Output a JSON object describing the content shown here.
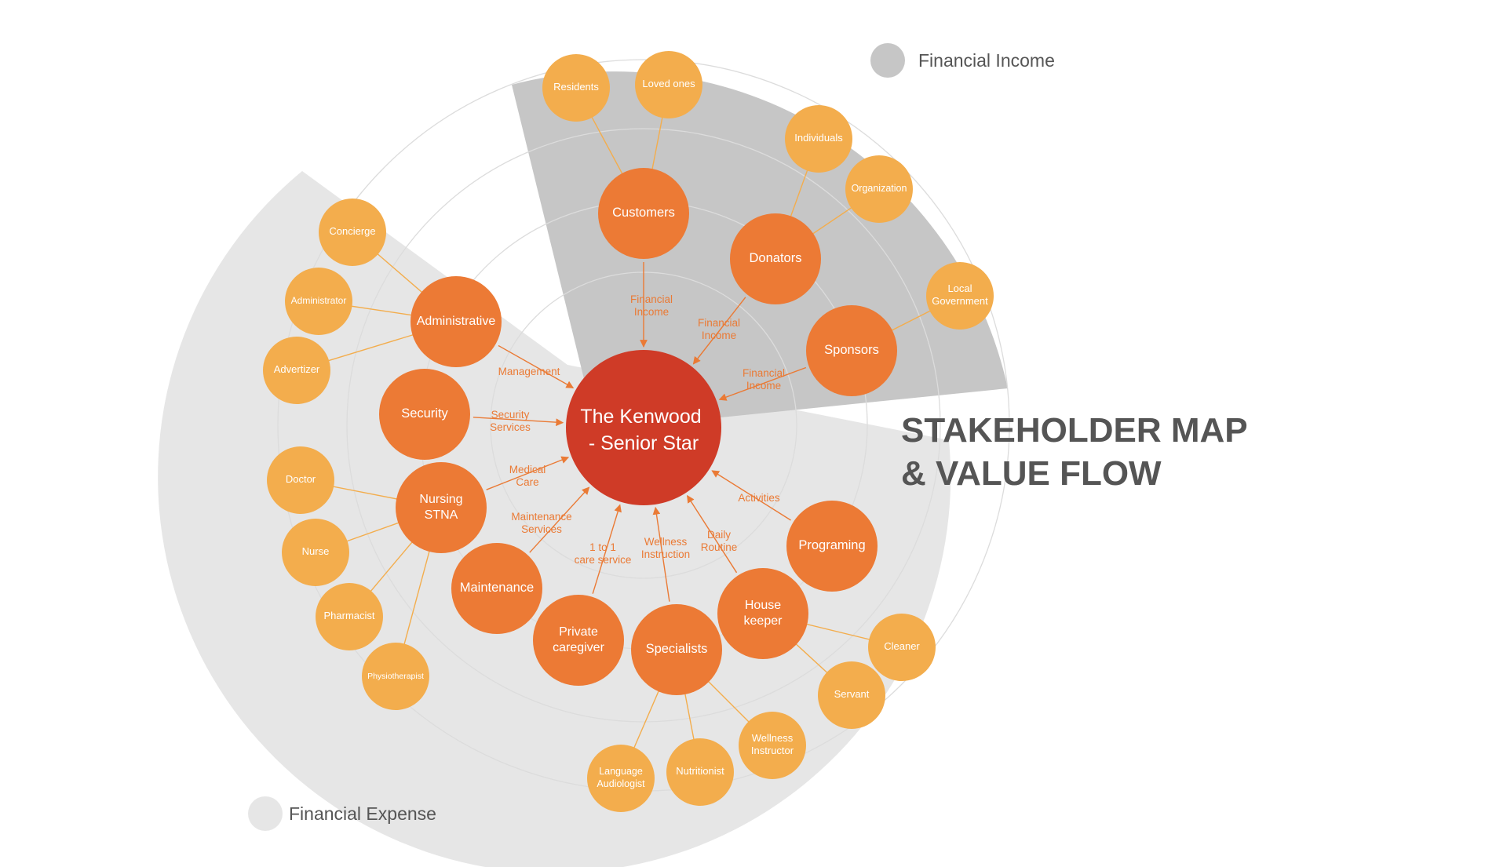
{
  "title": {
    "line1": "STAKEHOLDER MAP",
    "line2": "& VALUE FLOW"
  },
  "legend": {
    "income": {
      "label": "Financial Income"
    },
    "expense": {
      "label": "Financial Expense"
    }
  },
  "colors": {
    "center": "#cf3b27",
    "primary": "#ec7a35",
    "secondary": "#f3ad4d",
    "flow_label": "#ea7a35",
    "income_region": "#c6c6c6",
    "expense_region": "#e6e6e6",
    "ring": "#dcdcdc",
    "title": "#555555",
    "legend_text": "#555555"
  },
  "center": {
    "lines": [
      "The Kenwood",
      "- Senior Star"
    ]
  },
  "stakeholders": [
    {
      "id": "customers",
      "lines": [
        "Customers"
      ],
      "related": [
        {
          "id": "residents",
          "lines": [
            "Residents"
          ]
        },
        {
          "id": "loved-ones",
          "lines": [
            "Loved ones"
          ]
        }
      ]
    },
    {
      "id": "donators",
      "lines": [
        "Donators"
      ],
      "related": [
        {
          "id": "individuals",
          "lines": [
            "Individuals"
          ]
        },
        {
          "id": "organization",
          "lines": [
            "Organization"
          ]
        }
      ]
    },
    {
      "id": "sponsors",
      "lines": [
        "Sponsors"
      ],
      "related": [
        {
          "id": "local-government",
          "lines": [
            "Local",
            "Government"
          ]
        }
      ]
    },
    {
      "id": "administrative",
      "lines": [
        "Administrative"
      ],
      "related": [
        {
          "id": "concierge",
          "lines": [
            "Concierge"
          ]
        },
        {
          "id": "administrator",
          "lines": [
            "Administrator"
          ]
        },
        {
          "id": "advertizer",
          "lines": [
            "Advertizer"
          ]
        }
      ]
    },
    {
      "id": "security",
      "lines": [
        "Security"
      ],
      "related": []
    },
    {
      "id": "nursing",
      "lines": [
        "Nursing",
        "STNA"
      ],
      "related": [
        {
          "id": "doctor",
          "lines": [
            "Doctor"
          ]
        },
        {
          "id": "nurse",
          "lines": [
            "Nurse"
          ]
        },
        {
          "id": "pharmacist",
          "lines": [
            "Pharmacist"
          ]
        },
        {
          "id": "physiotherapist",
          "lines": [
            "Physiotherapist"
          ]
        }
      ]
    },
    {
      "id": "maintenance",
      "lines": [
        "Maintenance"
      ],
      "related": []
    },
    {
      "id": "private-caregiver",
      "lines": [
        "Private",
        "caregiver"
      ],
      "related": []
    },
    {
      "id": "specialists",
      "lines": [
        "Specialists"
      ],
      "related": [
        {
          "id": "language-audiologist",
          "lines": [
            "Language",
            "Audiologist"
          ]
        },
        {
          "id": "nutritionist",
          "lines": [
            "Nutritionist"
          ]
        },
        {
          "id": "wellness-instructor",
          "lines": [
            "Wellness",
            "Instructor"
          ]
        }
      ]
    },
    {
      "id": "house-keeper",
      "lines": [
        "House",
        "keeper"
      ],
      "related": [
        {
          "id": "cleaner",
          "lines": [
            "Cleaner"
          ]
        },
        {
          "id": "servant",
          "lines": [
            "Servant"
          ]
        }
      ]
    },
    {
      "id": "programing",
      "lines": [
        "Programing"
      ],
      "related": []
    }
  ],
  "value_flows": [
    {
      "from": "customers",
      "direction": "to-center",
      "lines": [
        "Financial",
        "Income"
      ]
    },
    {
      "from": "donators",
      "direction": "to-center",
      "lines": [
        "Financial",
        "Income"
      ]
    },
    {
      "from": "sponsors",
      "direction": "to-center",
      "lines": [
        "Financial",
        "Income"
      ]
    },
    {
      "from": "administrative",
      "direction": "to-center",
      "lines": [
        "Management"
      ]
    },
    {
      "from": "security",
      "direction": "to-center",
      "lines": [
        "Security",
        "Services"
      ]
    },
    {
      "from": "nursing",
      "direction": "to-center",
      "lines": [
        "Medical",
        "Care"
      ]
    },
    {
      "from": "maintenance",
      "direction": "to-center",
      "lines": [
        "Maintenance",
        "Services"
      ]
    },
    {
      "from": "private-caregiver",
      "direction": "to-center",
      "lines": [
        "1 to 1",
        "care service"
      ]
    },
    {
      "from": "specialists",
      "direction": "to-center",
      "lines": [
        "Wellness",
        "Instruction"
      ]
    },
    {
      "from": "house-keeper",
      "direction": "to-center",
      "lines": [
        "Daily",
        "Routine"
      ]
    },
    {
      "from": "programing",
      "direction": "to-center",
      "lines": [
        "Activities"
      ]
    }
  ]
}
